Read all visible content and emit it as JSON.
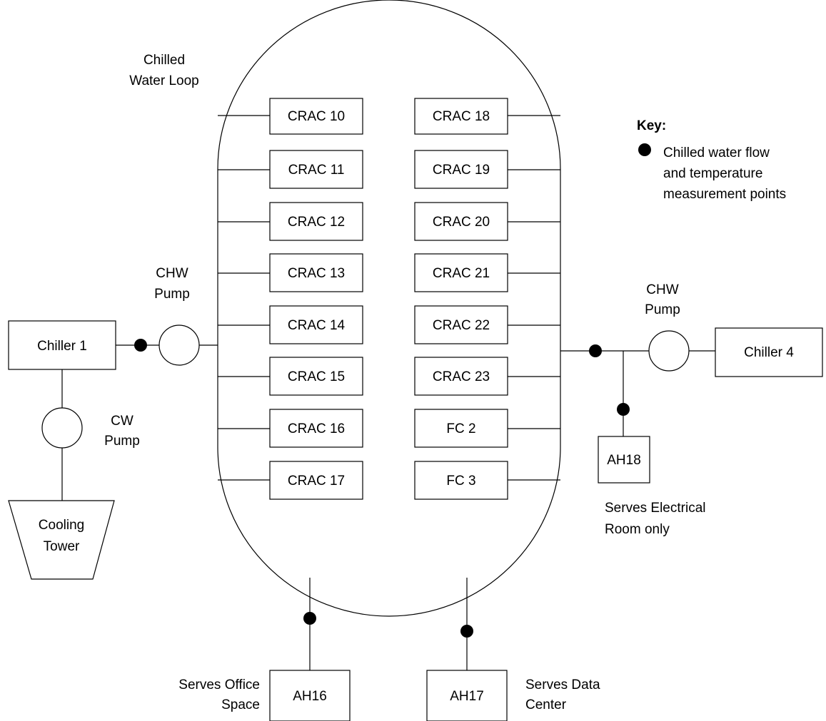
{
  "loop_label": [
    "Chilled",
    "Water Loop"
  ],
  "crac_left": [
    "CRAC 10",
    "CRAC 11",
    "CRAC 12",
    "CRAC 13",
    "CRAC 14",
    "CRAC 15",
    "CRAC 16",
    "CRAC 17"
  ],
  "crac_right": [
    "CRAC 18",
    "CRAC 19",
    "CRAC 20",
    "CRAC 21",
    "CRAC 22",
    "CRAC 23",
    "FC 2",
    "FC 3"
  ],
  "chiller_left": "Chiller 1",
  "chiller_right": "Chiller 4",
  "chw_pump_left": [
    "CHW",
    "Pump"
  ],
  "chw_pump_right": [
    "CHW",
    "Pump"
  ],
  "cw_pump": [
    "CW",
    "Pump"
  ],
  "cooling_tower": [
    "Cooling",
    "Tower"
  ],
  "ah18": {
    "label": "AH18",
    "note": [
      "Serves Electrical",
      "Room only"
    ]
  },
  "ah16": {
    "label": "AH16",
    "note": [
      "Serves Office",
      "Space"
    ]
  },
  "ah17": {
    "label": "AH17",
    "note": [
      "Serves Data",
      "Center"
    ]
  },
  "key": {
    "title": "Key:",
    "entry": [
      "Chilled water flow",
      "and temperature",
      "measurement points"
    ]
  }
}
